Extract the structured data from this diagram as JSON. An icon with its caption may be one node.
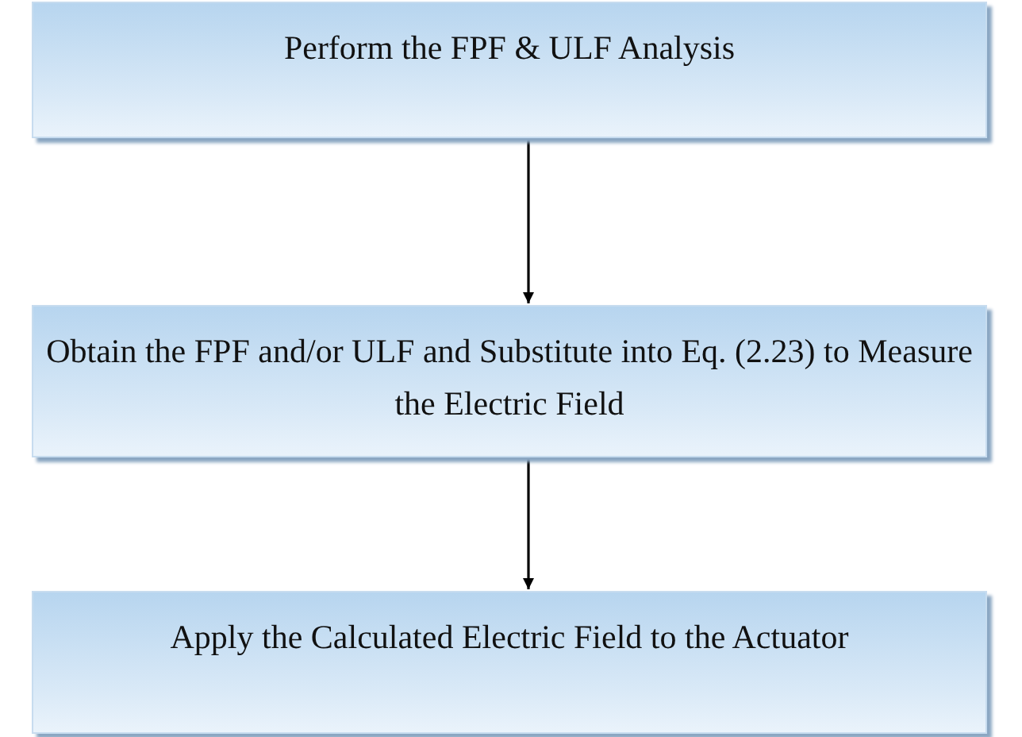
{
  "diagram": {
    "nodes": [
      {
        "text": [
          "Perform the FPF & ULF Analysis"
        ]
      },
      {
        "text": [
          "Obtain the FPF and/or ULF and Substitute into Eq. (2.23) to Measure the Electric Field"
        ]
      },
      {
        "text": [
          "Apply the Calculated Electric Field to the Actuator"
        ]
      }
    ],
    "edges": [
      {
        "from": 0,
        "to": 1,
        "arrow": "to"
      },
      {
        "from": 1,
        "to": 2,
        "arrow": "to"
      }
    ]
  }
}
